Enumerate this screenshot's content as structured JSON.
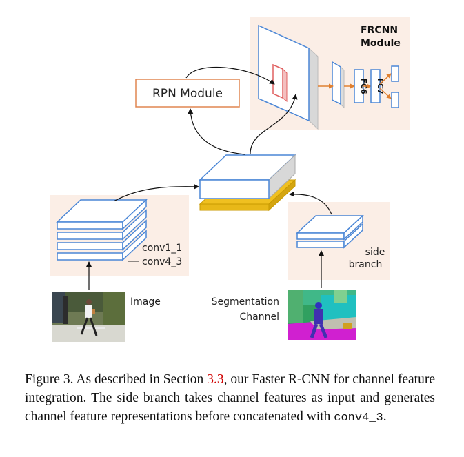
{
  "diagram": {
    "frcnn_label_line1": "FRCNN",
    "frcnn_label_line2": "Module",
    "rpn_label": "RPN Module",
    "fc6_label": "FC6",
    "fc7_label": "FC7",
    "conv1_label": "conv1_1",
    "conv4_label": "conv4_3",
    "side_label_line1": "side",
    "side_label_line2": "branch",
    "image_label": "Image",
    "seg_label_line1": "Segmentation",
    "seg_label_line2": "Channel"
  },
  "caption": {
    "prefix": "Figure 3. As described in Section ",
    "section_ref": "3.3",
    "middle": ", our Faster R-CNN for channel feature integration. The side branch takes channel features as input and generates channel feature representations before concatenated with ",
    "code": "conv4_3",
    "suffix": "."
  },
  "colors": {
    "panel_bg": "#fbeee6",
    "box_stroke": "#4a86d6",
    "rpn_border": "#e08550",
    "roi_red": "#e06060",
    "arrow_orange": "#e08030",
    "concat_yellow": "#f0c020"
  }
}
